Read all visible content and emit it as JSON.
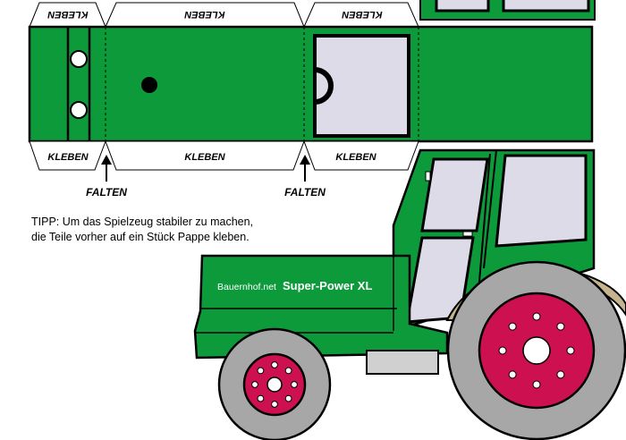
{
  "flaps": {
    "top_left": "KLEBEN",
    "top_middle": "KLEBEN",
    "top_right": "KLEBEN",
    "bottom_left": "KLEBEN",
    "bottom_middle": "KLEBEN",
    "bottom_right": "KLEBEN"
  },
  "fold": {
    "left": "FALTEN",
    "right": "FALTEN"
  },
  "tip": {
    "line1": "TIPP: Um das Spielzeug stabiler zu machen,",
    "line2": "die Teile vorher auf ein Stück Pappe kleben."
  },
  "tractor": {
    "brand": "Bauernhof.net",
    "model": "Super-Power XL"
  },
  "colors": {
    "body_green": "#0d9a3a",
    "window": "#dedbe9",
    "hub": "#cc1050",
    "tire": "#a7a7a7",
    "fender": "#c8b48c"
  }
}
